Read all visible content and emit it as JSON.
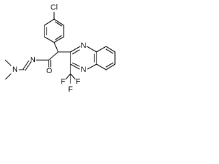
{
  "molecule": {
    "atoms": {
      "cl": "Cl",
      "n_quinox_top": "N",
      "n_quinox_bottom": "N",
      "n_amide": "N",
      "n_dimethyl": "N",
      "o_carbonyl": "O",
      "f1": "F",
      "f2": "F",
      "f3": "F"
    },
    "colors": {
      "bond": "#000000",
      "label": "#000000",
      "background": "#ffffff"
    }
  }
}
